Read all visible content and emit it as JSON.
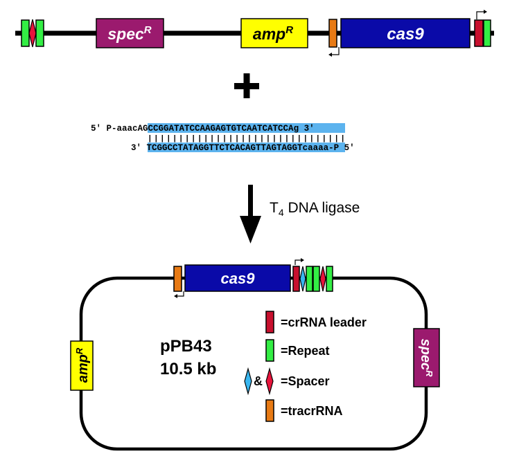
{
  "linear_construct": {
    "spec_label": "spec",
    "spec_sup": "R",
    "amp_label": "amp",
    "amp_sup": "R",
    "cas9_label": "cas9"
  },
  "plus_sign": "+",
  "oligo": {
    "top_prefix": "5' P-aaac",
    "top_seq": "AGCCGGATATCCAAGAGTGTCAATCATCCA",
    "top_suffix_lower": "g",
    "top_end": " 3'",
    "bonds": "||||||||||||||||||||||||||||||||",
    "bottom_prefix": "3' ",
    "bottom_seq": "TCGGCCTATAGGTTCTCACAGTTAGTAGGT",
    "bottom_suffix": "caaaa-P 5'"
  },
  "ligase": {
    "t": "T",
    "sub": "4",
    "rest": " DNA ligase"
  },
  "plasmid": {
    "name": "pPB43",
    "size": "10.5 kb",
    "cas9_label": "cas9",
    "amp_label": "amp",
    "amp_sup": "R",
    "spec_label": "spec",
    "spec_sup": "R"
  },
  "legend": {
    "items": [
      {
        "label": "crRNA leader",
        "prefix": "="
      },
      {
        "label": "Repeat",
        "prefix": "="
      },
      {
        "label": "Spacer",
        "prefix": "="
      },
      {
        "label": "tracrRNA",
        "prefix": "="
      }
    ],
    "amp_symbol": "&"
  },
  "colors": {
    "spec": "#9b1a6e",
    "amp": "#ffff00",
    "cas9": "#0a0aa8",
    "repeat": "#33ee44",
    "spacer_red": "#e8143c",
    "spacer_blue": "#39b6ef",
    "leader": "#c8102e",
    "tracr": "#e87a14",
    "highlight": "#5cb3ee"
  }
}
